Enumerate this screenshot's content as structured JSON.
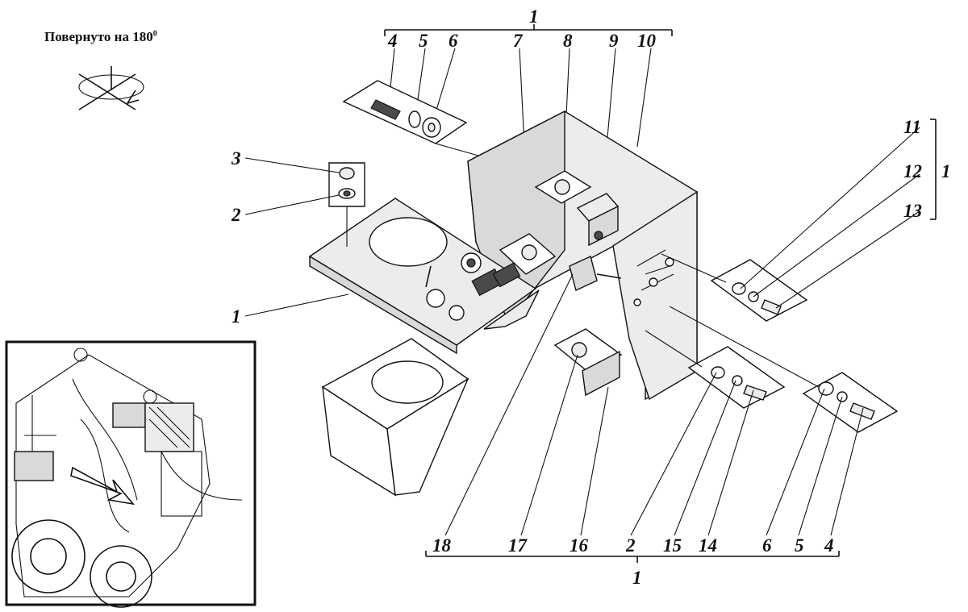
{
  "rotation_note": {
    "text": "Повернуто на 180",
    "degree": "0"
  },
  "callouts": {
    "top_assembly": "1",
    "top": [
      "4",
      "5",
      "6",
      "7",
      "8",
      "9",
      "10"
    ],
    "right_group": [
      "11",
      "12",
      "13"
    ],
    "right_group_assembly": "1",
    "left": [
      "3",
      "2",
      "1"
    ],
    "bottom": [
      "18",
      "17",
      "16",
      "2",
      "15",
      "14",
      "6",
      "5",
      "4"
    ],
    "bottom_assembly": "1"
  },
  "icons": [
    "rotation-180-icon",
    "tractor-location-inset"
  ]
}
